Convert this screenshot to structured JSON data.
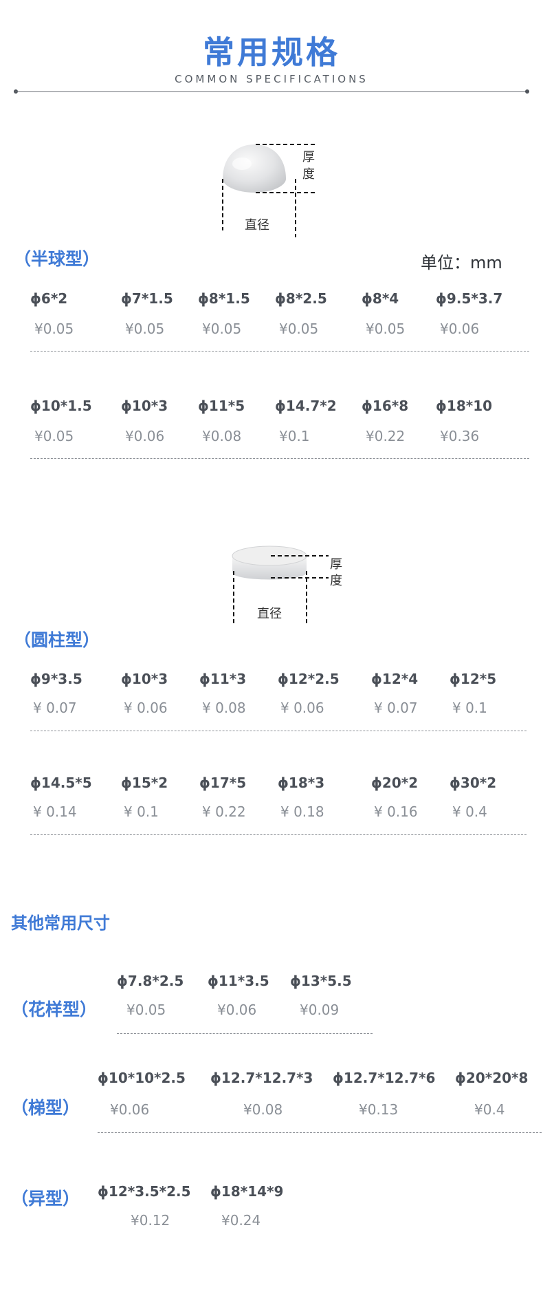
{
  "header": {
    "title": "常用规格",
    "subtitle": "COMMON SPECIFICATIONS"
  },
  "diagram_labels": {
    "thickness": "厚度",
    "thickness_1": "厚",
    "thickness_2": "度",
    "diameter": "直径"
  },
  "hemisphere": {
    "title": "（半球型）",
    "unit": "单位：mm",
    "rows": [
      [
        {
          "size": "ϕ6*2",
          "price": "¥0.05"
        },
        {
          "size": "ϕ7*1.5",
          "price": "¥0.05"
        },
        {
          "size": "ϕ8*1.5",
          "price": "¥0.05"
        },
        {
          "size": "ϕ8*2.5",
          "price": "¥0.05"
        },
        {
          "size": "ϕ8*4",
          "price": "¥0.05"
        },
        {
          "size": "ϕ9.5*3.7",
          "price": "¥0.06"
        }
      ],
      [
        {
          "size": "ϕ10*1.5",
          "price": "¥0.05"
        },
        {
          "size": "ϕ10*3",
          "price": "¥0.06"
        },
        {
          "size": "ϕ11*5",
          "price": "¥0.08"
        },
        {
          "size": "ϕ14.7*2",
          "price": "¥0.1"
        },
        {
          "size": "ϕ16*8",
          "price": "¥0.22"
        },
        {
          "size": "ϕ18*10",
          "price": "¥0.36"
        }
      ]
    ]
  },
  "cylinder": {
    "title": "（圆柱型）",
    "rows": [
      [
        {
          "size": "ϕ9*3.5",
          "price": "¥ 0.07"
        },
        {
          "size": "ϕ10*3",
          "price": "¥ 0.06"
        },
        {
          "size": "ϕ11*3",
          "price": "¥ 0.08"
        },
        {
          "size": "ϕ12*2.5",
          "price": "¥ 0.06"
        },
        {
          "size": "ϕ12*4",
          "price": "¥ 0.07"
        },
        {
          "size": "ϕ12*5",
          "price": "¥ 0.1"
        }
      ],
      [
        {
          "size": "ϕ14.5*5",
          "price": "¥ 0.14"
        },
        {
          "size": "ϕ15*2",
          "price": "¥ 0.1"
        },
        {
          "size": "ϕ17*5",
          "price": "¥ 0.22"
        },
        {
          "size": "ϕ18*3",
          "price": "¥ 0.18"
        },
        {
          "size": "ϕ20*2",
          "price": "¥ 0.16"
        },
        {
          "size": "ϕ30*2",
          "price": "¥ 0.4"
        }
      ]
    ]
  },
  "other": {
    "title": "其他常用尺寸",
    "flower": {
      "title": "（花样型）",
      "items": [
        {
          "size": "ϕ7.8*2.5",
          "price": "¥0.05"
        },
        {
          "size": "ϕ11*3.5",
          "price": "¥0.06"
        },
        {
          "size": "ϕ13*5.5",
          "price": "¥0.09"
        }
      ]
    },
    "trapezoid": {
      "title": "（梯型）",
      "items": [
        {
          "size": "ϕ10*10*2.5",
          "price": "¥0.06"
        },
        {
          "size": "ϕ12.7*12.7*3",
          "price": "¥0.08"
        },
        {
          "size": "ϕ12.7*12.7*6",
          "price": "¥0.13"
        },
        {
          "size": "ϕ20*20*8",
          "price": "¥0.4"
        }
      ]
    },
    "special": {
      "title": "（异型）",
      "items": [
        {
          "size": "ϕ12*3.5*2.5",
          "price": "¥0.12"
        },
        {
          "size": "ϕ18*14*9",
          "price": "¥0.24"
        }
      ]
    }
  }
}
